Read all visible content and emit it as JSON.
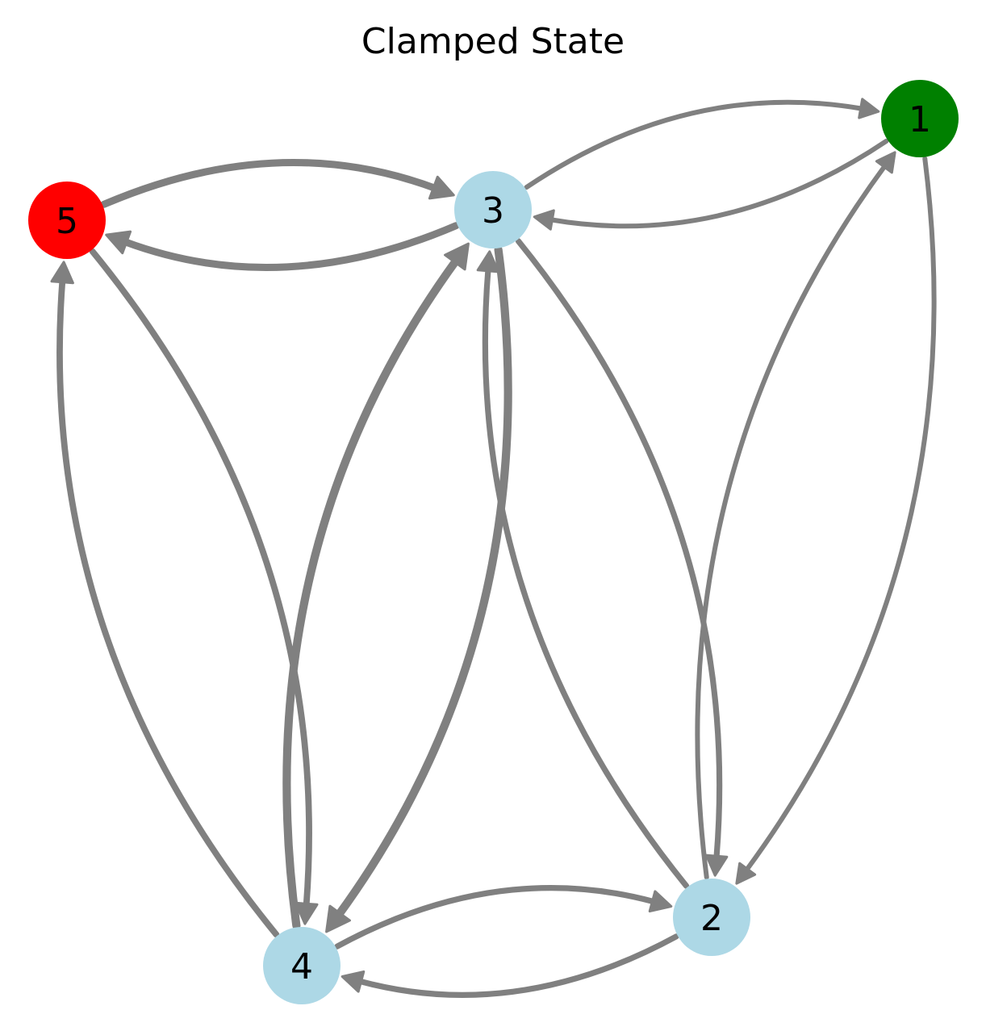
{
  "title": "Clamped State",
  "colors": {
    "edge": "#808080",
    "node_default": "#add8e6",
    "node_source": "#008000",
    "node_target": "#ff0000"
  },
  "nodes": [
    {
      "id": "1",
      "label": "1",
      "color": "#008000"
    },
    {
      "id": "2",
      "label": "2",
      "color": "#add8e6"
    },
    {
      "id": "3",
      "label": "3",
      "color": "#add8e6"
    },
    {
      "id": "4",
      "label": "4",
      "color": "#add8e6"
    },
    {
      "id": "5",
      "label": "5",
      "color": "#ff0000"
    }
  ],
  "edges": [
    {
      "from": "3",
      "to": "1",
      "weight": 1
    },
    {
      "from": "1",
      "to": "3",
      "weight": 1
    },
    {
      "from": "1",
      "to": "2",
      "weight": 1
    },
    {
      "from": "2",
      "to": "1",
      "weight": 1
    },
    {
      "from": "3",
      "to": "5",
      "weight": 1.5
    },
    {
      "from": "5",
      "to": "3",
      "weight": 1.5
    },
    {
      "from": "3",
      "to": "2",
      "weight": 1.2
    },
    {
      "from": "2",
      "to": "3",
      "weight": 1.2
    },
    {
      "from": "3",
      "to": "4",
      "weight": 1.7
    },
    {
      "from": "4",
      "to": "3",
      "weight": 1.7
    },
    {
      "from": "5",
      "to": "4",
      "weight": 1.3
    },
    {
      "from": "4",
      "to": "5",
      "weight": 1.3
    },
    {
      "from": "4",
      "to": "2",
      "weight": 1.2
    },
    {
      "from": "2",
      "to": "4",
      "weight": 1.2
    }
  ]
}
